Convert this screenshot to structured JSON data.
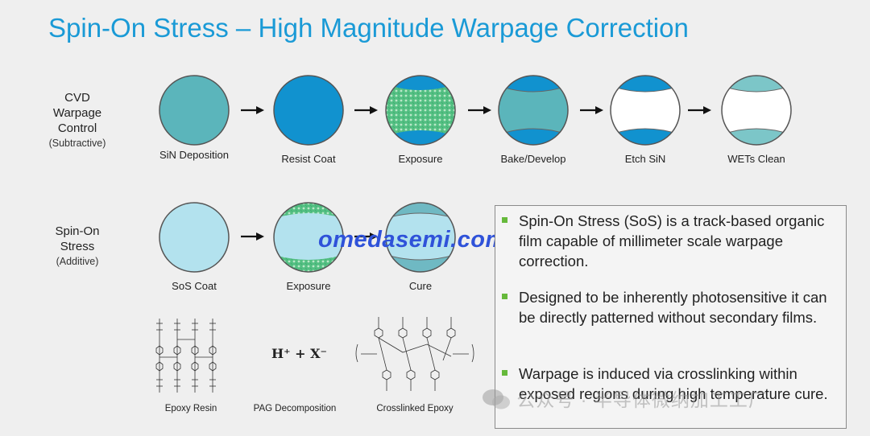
{
  "title": "Spin-On Stress – High Magnitude Warpage Correction",
  "rows": {
    "cvd": {
      "label": "CVD Warpage Control",
      "sub": "(Subtractive)"
    },
    "sos": {
      "label": "Spin-On Stress",
      "sub": "(Additive)"
    }
  },
  "cvd_steps": [
    "SiN Deposition",
    "Resist Coat",
    "Exposure",
    "Bake/Develop",
    "Etch SiN",
    "WETs Clean"
  ],
  "sos_steps": [
    "SoS Coat",
    "Exposure",
    "Cure"
  ],
  "chemistry": {
    "labels": [
      "Epoxy Resin",
      "PAG Decomposition",
      "Crosslinked Epoxy"
    ],
    "formula": "H⁺ + X⁻"
  },
  "watermark": "omedasemi.com",
  "bullets": [
    "Spin-On Stress (SoS) is a track-based organic film capable of millimeter scale warpage correction.",
    "Designed to be inherently photosensitive it can be directly patterned without secondary films.",
    "Warpage is induced via crosslinking within exposed regions during high temperature cure."
  ],
  "wechat_watermark": "公众号 · 半导体微纳加工工厂",
  "colors": {
    "title": "#1a9ad6",
    "sin": "#5bb5bb",
    "resist": "#1192cf",
    "green_exposed": "#53bf82",
    "sos_film": "#b3e2ee",
    "bullet": "#66b93b",
    "watermark": "#2f52d9"
  }
}
